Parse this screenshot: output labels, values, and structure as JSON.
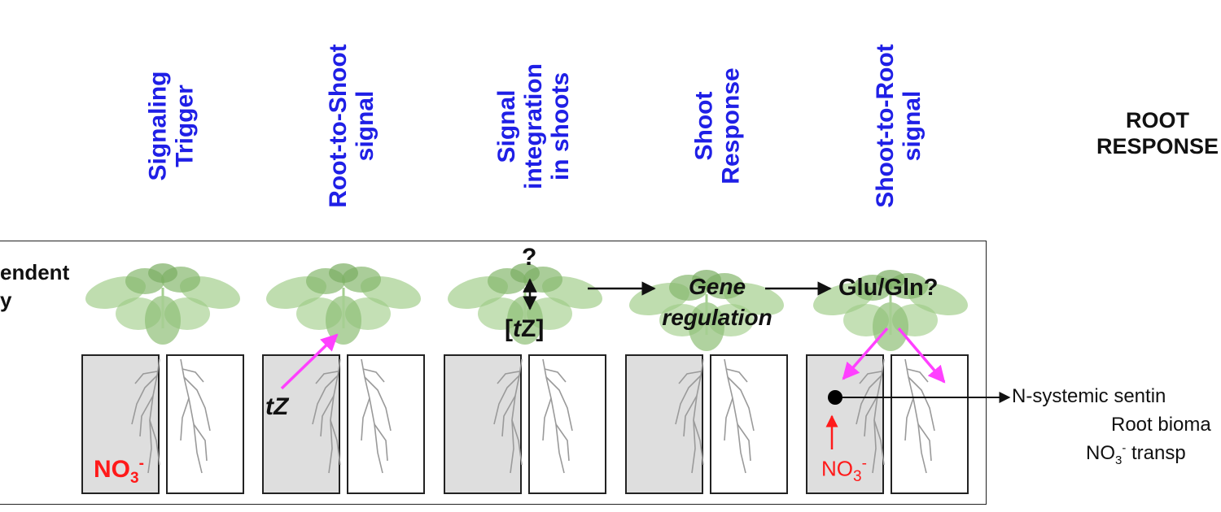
{
  "headers": [
    {
      "lines": [
        "Signaling",
        "Trigger"
      ]
    },
    {
      "lines": [
        "Root-to-Shoot",
        "signal"
      ]
    },
    {
      "lines": [
        "Signal",
        "integration",
        "in shoots"
      ]
    },
    {
      "lines": [
        "Shoot",
        "Response"
      ]
    },
    {
      "lines": [
        "Shoot-to-Root",
        "signal"
      ]
    }
  ],
  "root_response": [
    "ROOT",
    "RESPONSE"
  ],
  "left_label": [
    "endent",
    "y"
  ],
  "panel1": {
    "no3": "NO",
    "no3_sub": "3",
    "no3_sup": "-"
  },
  "panel2": {
    "tz": "tZ"
  },
  "panel3": {
    "question": "?",
    "tz_open": "[",
    "tz_t": "t",
    "tz_z": "Z",
    "tz_close": "]"
  },
  "panel4": {
    "gene": "Gene",
    "regulation": "regulation"
  },
  "panel5": {
    "glu": "Glu/Gln?",
    "no3": "NO",
    "no3_sub": "3",
    "no3_sup": "-"
  },
  "sentinels": {
    "line1": "N-systemic sentin",
    "line2": "Root bioma",
    "line3_pre": "NO",
    "line3_sub": "3",
    "line3_sup": "-",
    "line3_post": " transp"
  },
  "colors": {
    "header_blue": "#1f1fe6",
    "magenta": "#ff40ff",
    "red": "#ff1a1a",
    "pot_gray": "#dedede",
    "plant_green": "#8fbf76"
  }
}
